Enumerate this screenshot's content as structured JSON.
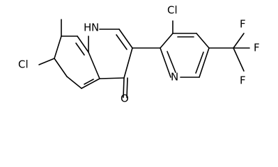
{
  "molecule": {
    "labels": {
      "nh": "H",
      "nh_n": "N",
      "cl_left": "Cl",
      "cl_top": "Cl",
      "carbonyl_o": "O",
      "pyridine_n": "N",
      "f_top": "F",
      "f_mid": "F",
      "f_bottom": "F"
    }
  }
}
